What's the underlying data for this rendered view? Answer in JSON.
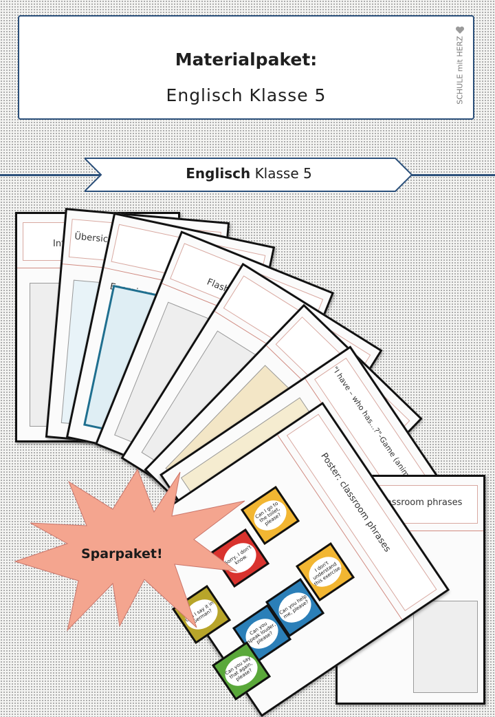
{
  "header": {
    "title_line1": "Materialpaket:",
    "title_line2": "Englisch Klasse 5",
    "brand": "SCHULE mit HERZ"
  },
  "ribbon": {
    "bold": "Englisch",
    "normal": "Klasse 5"
  },
  "sheets": [
    {
      "title": "Infobl"
    },
    {
      "title": "Übersichtsbl"
    },
    {
      "title": "Energizer..."
    },
    {
      "title": "Flashcards"
    },
    {
      "title": "Vo"
    },
    {
      "title": "\"I have – who has...?\"-Game (animals)"
    },
    {
      "title": "Poster: classroom phrases"
    },
    {
      "title": "classroom phrases"
    }
  ],
  "cards": [
    {
      "text": "Can I go to the toilet, please?",
      "color": "#f2b632"
    },
    {
      "text": "Sorry, I don't know.",
      "color": "#d9332e"
    },
    {
      "text": "I don't understand this exercise.",
      "color": "#f2b632"
    },
    {
      "text": "Can you help me, please?",
      "color": "#2b7fb8"
    },
    {
      "text": "Can I say it in German?",
      "color": "#b8a52a"
    },
    {
      "text": "Can you speak louder, please?",
      "color": "#2b7fb8"
    },
    {
      "text": "Can you say that again, please?",
      "color": "#5aa83a"
    }
  ],
  "badge": {
    "label": "Sparpaket!",
    "color": "#f4a58f"
  },
  "colors": {
    "frame": "#2a4f7a",
    "accent_line": "#d08a80"
  }
}
